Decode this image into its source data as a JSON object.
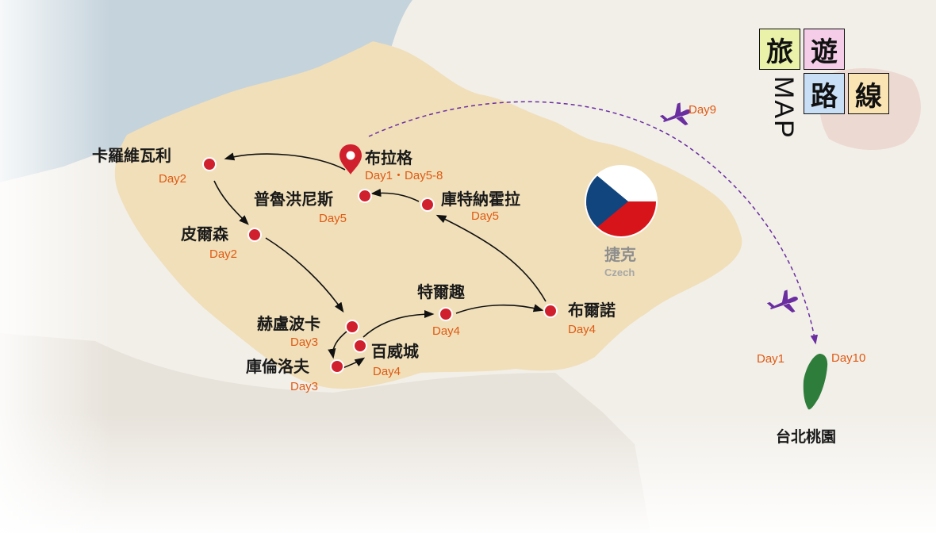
{
  "title": {
    "chars": [
      "旅",
      "遊",
      "路",
      "線"
    ],
    "map_word": "MAP",
    "colors": [
      "#e9f2a8",
      "#f5cde8",
      "#c8dff5",
      "#fbe4b4"
    ]
  },
  "country": {
    "name_zh": "捷克",
    "name_en": "Czech"
  },
  "flag_icon": "czech-flag-icon",
  "cities": {
    "prague": {
      "name": "布拉格",
      "days": "Day1・Day5-8"
    },
    "karlovy_vary": {
      "name": "卡羅維瓦利",
      "days": "Day2"
    },
    "plzen": {
      "name": "皮爾森",
      "days": "Day2"
    },
    "hluboka": {
      "name": "赫盧波卡",
      "days": "Day3"
    },
    "cesky_krumlov": {
      "name": "庫倫洛夫",
      "days": "Day3"
    },
    "budweis": {
      "name": "百威城",
      "days": "Day4"
    },
    "telc": {
      "name": "特爾趣",
      "days": "Day4"
    },
    "brno": {
      "name": "布爾諾",
      "days": "Day4"
    },
    "kutna_hora": {
      "name": "庫特納霍拉",
      "days": "Day5"
    },
    "pruhonice": {
      "name": "普魯洪尼斯",
      "days": "Day5"
    }
  },
  "flights": {
    "return_day": "Day9",
    "depart_day": "Day1",
    "arrive_day": "Day10"
  },
  "taiwan": {
    "name": "台北桃園"
  },
  "colors": {
    "sea": "#c5d3dc",
    "czech_land": "#f0dfb9",
    "neighbor_land": "#f3f0ea",
    "city_dot": "#d0202e",
    "day_text": "#e05a12",
    "flight_path": "#6a2ea0",
    "taiwan": "#2f7d3b"
  }
}
